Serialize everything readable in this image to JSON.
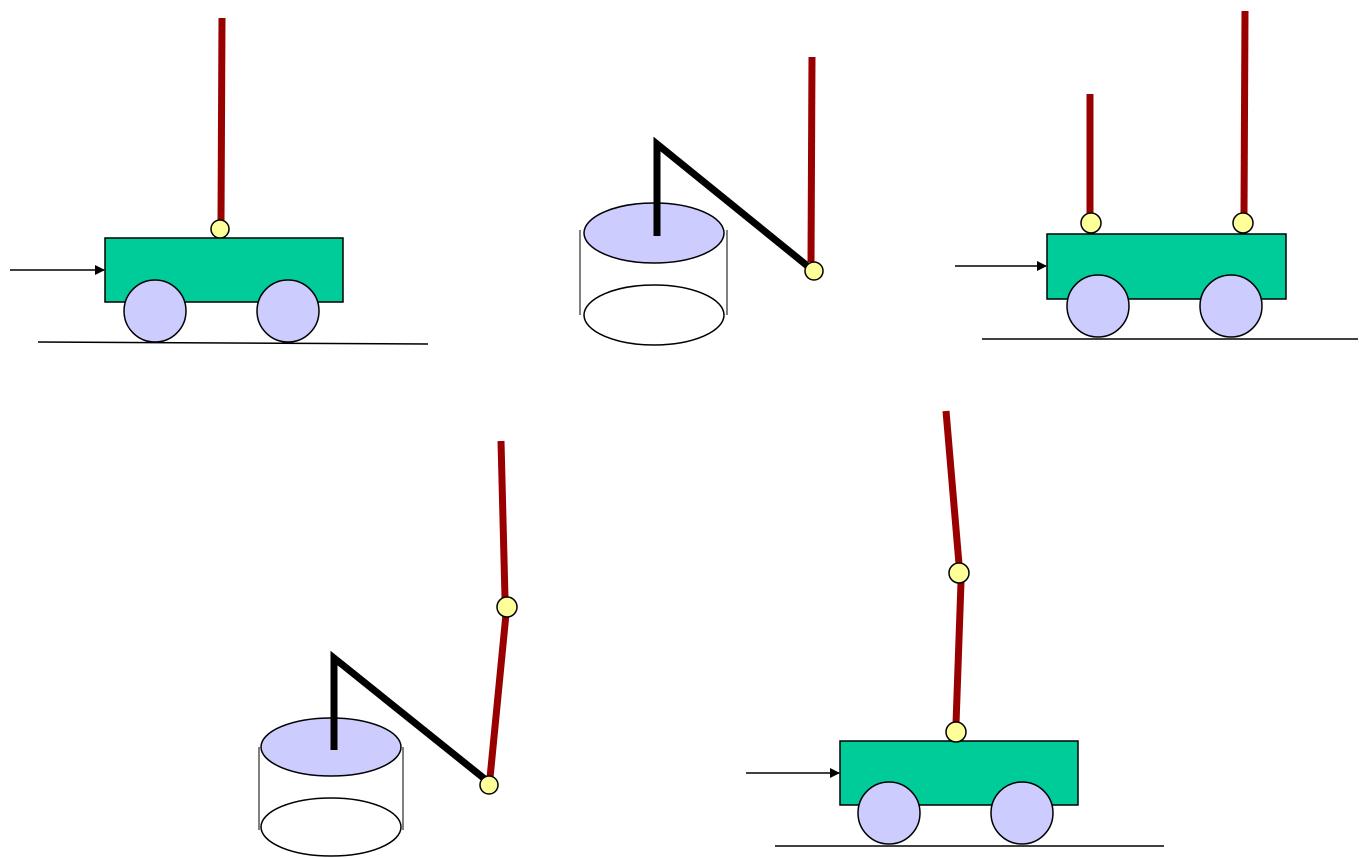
{
  "figure": {
    "background": "#ffffff",
    "colors": {
      "cart_body": "#00cc99",
      "wheel": "#ccccff",
      "joint": "#ffff99",
      "pole": "#990000",
      "arm": "#000000",
      "base_top": "#ccccff",
      "outline": "#000000"
    },
    "panels": [
      {
        "id": "single-cart-pole",
        "type": "cart",
        "poles": 1,
        "force_arrow": true
      },
      {
        "id": "rotary-pendulum",
        "type": "rotary",
        "links": 1
      },
      {
        "id": "double-parallel-cart-pole",
        "type": "cart",
        "poles": 2,
        "force_arrow": true
      },
      {
        "id": "rotary-double-pendulum",
        "type": "rotary",
        "links": 2
      },
      {
        "id": "double-inverted-cart-pole",
        "type": "cart",
        "poles": 2,
        "serial": true,
        "force_arrow": true
      }
    ]
  }
}
